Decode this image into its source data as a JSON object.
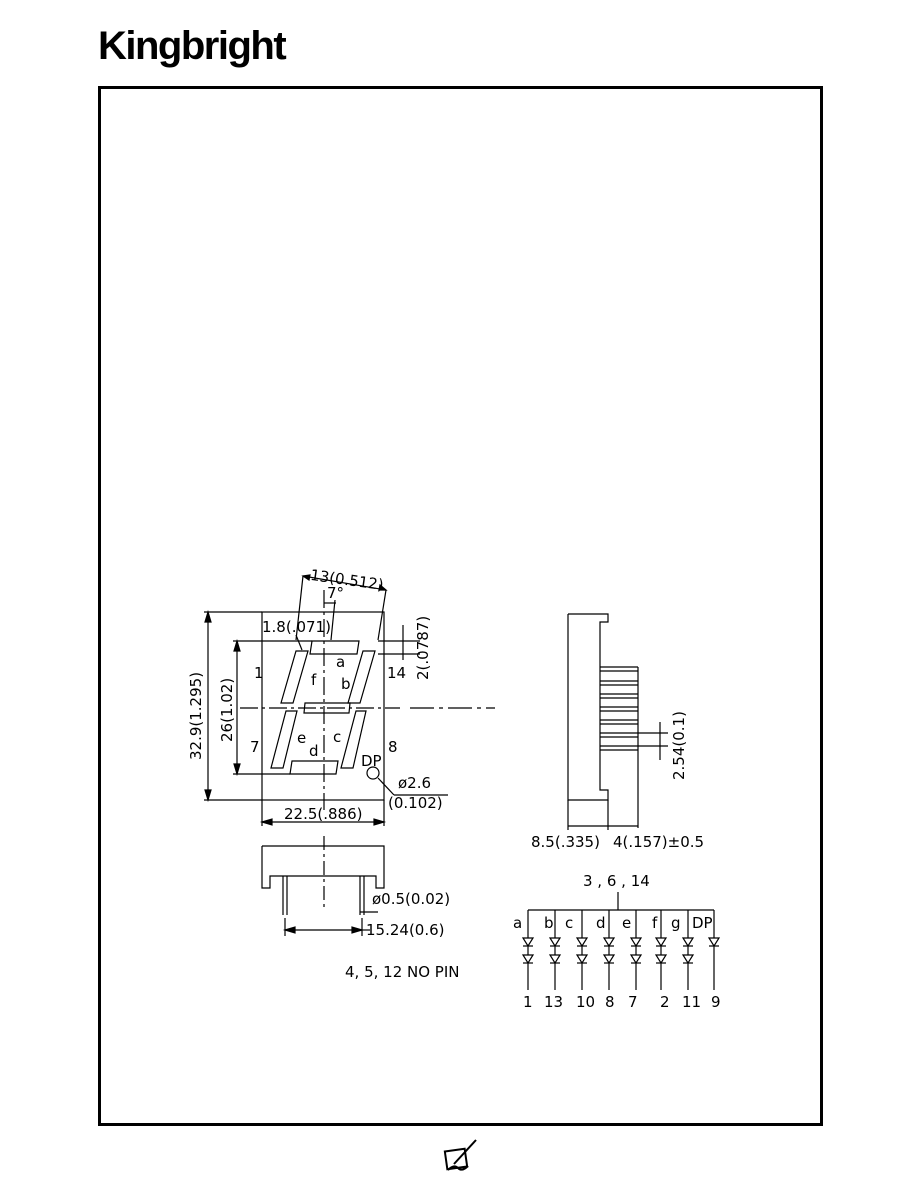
{
  "brand": {
    "logo_text": "Kingbright"
  },
  "front_view": {
    "dim_top": "13(0.512)",
    "angle": "7°",
    "dim_segment_width": "1.8(.071)",
    "dim_segment_gap": "2(.0787)",
    "dim_height": "32.9(1.295)",
    "dim_digit_height": "26(1.02)",
    "dim_width": "22.5(.886)",
    "dim_dp_dia": "ø2.6",
    "dim_dp_dia_inch": "(0.102)",
    "pin_labels": {
      "top_left": "1",
      "top_right": "14",
      "bottom_left": "7",
      "bottom_right": "8"
    },
    "segment_labels": {
      "a": "a",
      "b": "b",
      "c": "c",
      "d": "d",
      "e": "e",
      "f": "f",
      "dp": "DP"
    }
  },
  "side_view": {
    "dim_pitch": "2.54(0.1)",
    "dim_depth": "8.5(.335)",
    "dim_pin_length": "4(.157)±0.5"
  },
  "bottom_view": {
    "dim_pin_dia": "ø0.5(0.02)",
    "dim_row_spacing": "15.24(0.6)"
  },
  "notes": {
    "no_pin": "4, 5, 12 NO PIN"
  },
  "schematic": {
    "common_pins": "3 , 6 , 14",
    "segments": [
      "a",
      "b",
      "c",
      "d",
      "e",
      "f",
      "g",
      "DP"
    ],
    "pins": [
      "1",
      "13",
      "10",
      "8",
      "7",
      "2",
      "11",
      "9"
    ]
  },
  "footer": {
    "icon": "pen-signature-icon"
  }
}
